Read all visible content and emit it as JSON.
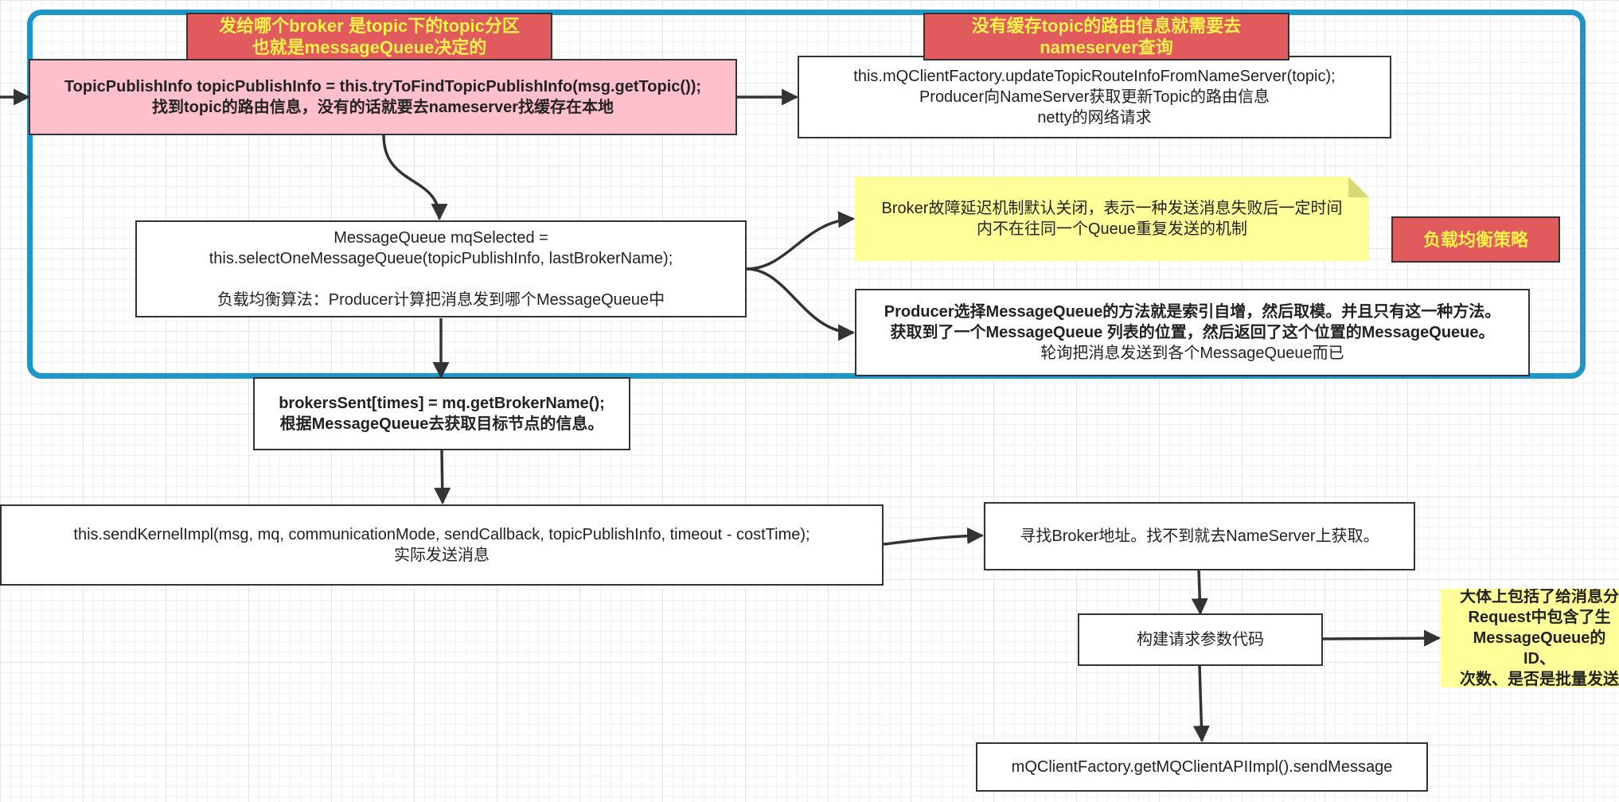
{
  "banners": {
    "broker_decision": "发给哪个broker 是topic下的topic分区\n也就是messageQueue决定的",
    "nameserver_query": "没有缓存topic的路由信息就需要去\nnameserver查询",
    "load_balance": "负载均衡策略"
  },
  "nodes": {
    "find_route": "TopicPublishInfo topicPublishInfo = this.tryToFindTopicPublishInfo(msg.getTopic());\n找到topic的路由信息，没有的话就要去nameserver找缓存在本地",
    "update_route": "this.mQClientFactory.updateTopicRouteInfoFromNameServer(topic);\nProducer向NameServer获取更新Topic的路由信息\nnetty的网络请求",
    "select_queue": "MessageQueue mqSelected =\nthis.selectOneMessageQueue(topicPublishInfo, lastBrokerName);\n\n负载均衡算法：Producer计算把消息发到哪个MessageQueue中",
    "queue_method_bold": "Producer选择MessageQueue的方法就是索引自增，然后取模。并且只有这一种方法。\n获取到了一个MessageQueue 列表的位置，然后返回了这个位置的MessageQueue。",
    "queue_method_plain": "轮询把消息发送到各个MessageQueue而已",
    "brokers_sent": "brokersSent[times] = mq.getBrokerName();\n根据MessageQueue去获取目标节点的信息。",
    "send_kernel": "this.sendKernelImpl(msg, mq, communicationMode, sendCallback, topicPublishInfo, timeout - costTime);\n实际发送消息",
    "find_broker": "寻找Broker地址。找不到就去NameServer上获取。",
    "build_request": "构建请求参数代码",
    "send_message": "mQClientFactory.getMQClientAPIImpl().sendMessage"
  },
  "notes": {
    "fault_delay": "Broker故障延迟机制默认关闭，表示一种发送消息失败后一定时间\n内不在往同一个Queue重复发送的机制",
    "request_info": "大体上包括了给消息分\nRequest中包含了生\nMessageQueue的ID、\n次数、是否是批量发送"
  },
  "colors": {
    "group_border": "#1e96c8",
    "banner_fill": "#e05a5e",
    "banner_text": "#fff34a",
    "highlight_fill": "#ffc0cb",
    "note_fill": "#ffff99"
  }
}
